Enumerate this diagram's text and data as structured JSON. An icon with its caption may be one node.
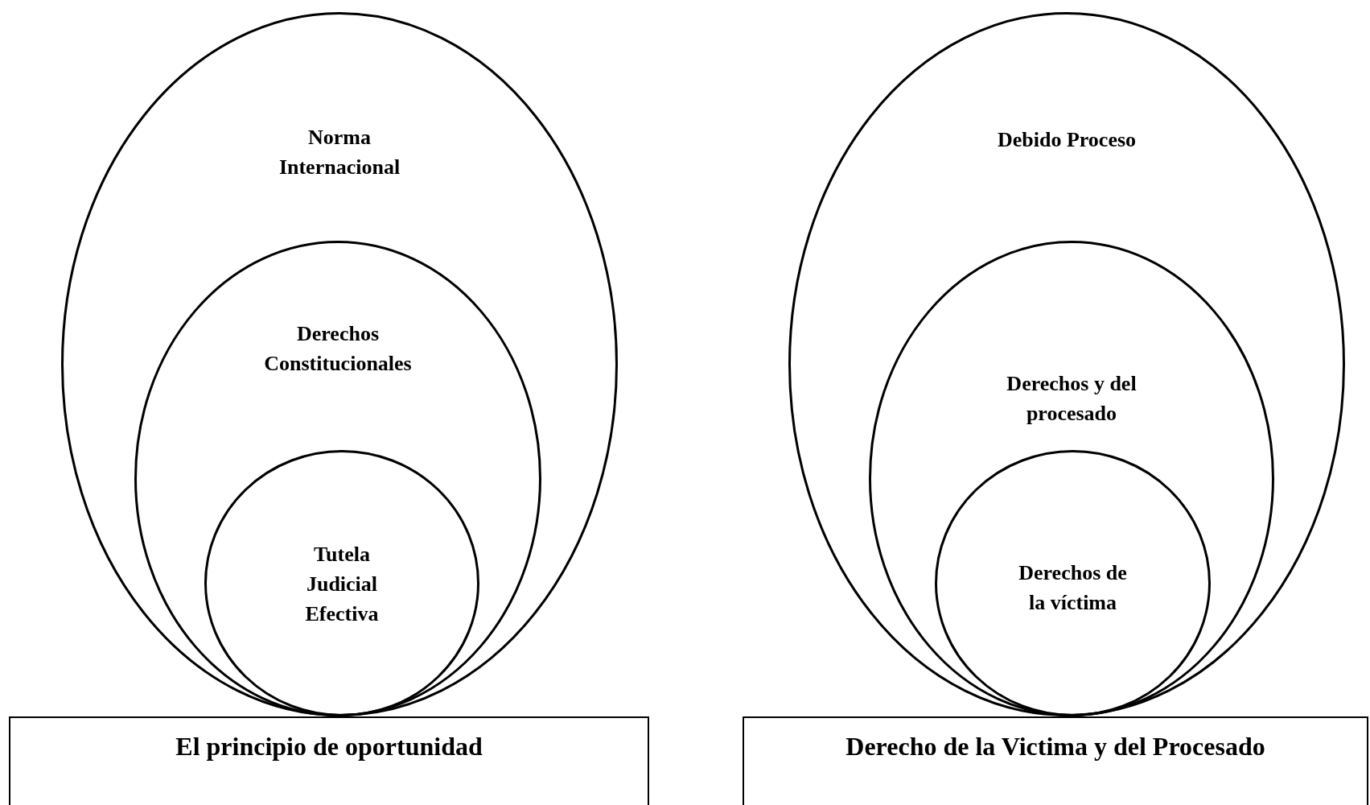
{
  "diagram": {
    "nodes": [
      {
        "text": [
          "Norma Internacional"
        ]
      },
      {
        "text": [
          "Derechos Constitucionales"
        ],
        "in": 0
      },
      {
        "text": [
          "Tutela Judicial Efectiva"
        ],
        "in": 1
      },
      {
        "text": [
          "El principio de oportunidad"
        ]
      },
      {
        "text": [
          "Debido Proceso"
        ]
      },
      {
        "text": [
          "Derechos y del procesado"
        ],
        "in": 4
      },
      {
        "text": [
          "Derechos de la víctima"
        ],
        "in": 5
      },
      {
        "text": [
          "Derecho de la Victima y del Procesado"
        ]
      }
    ]
  }
}
